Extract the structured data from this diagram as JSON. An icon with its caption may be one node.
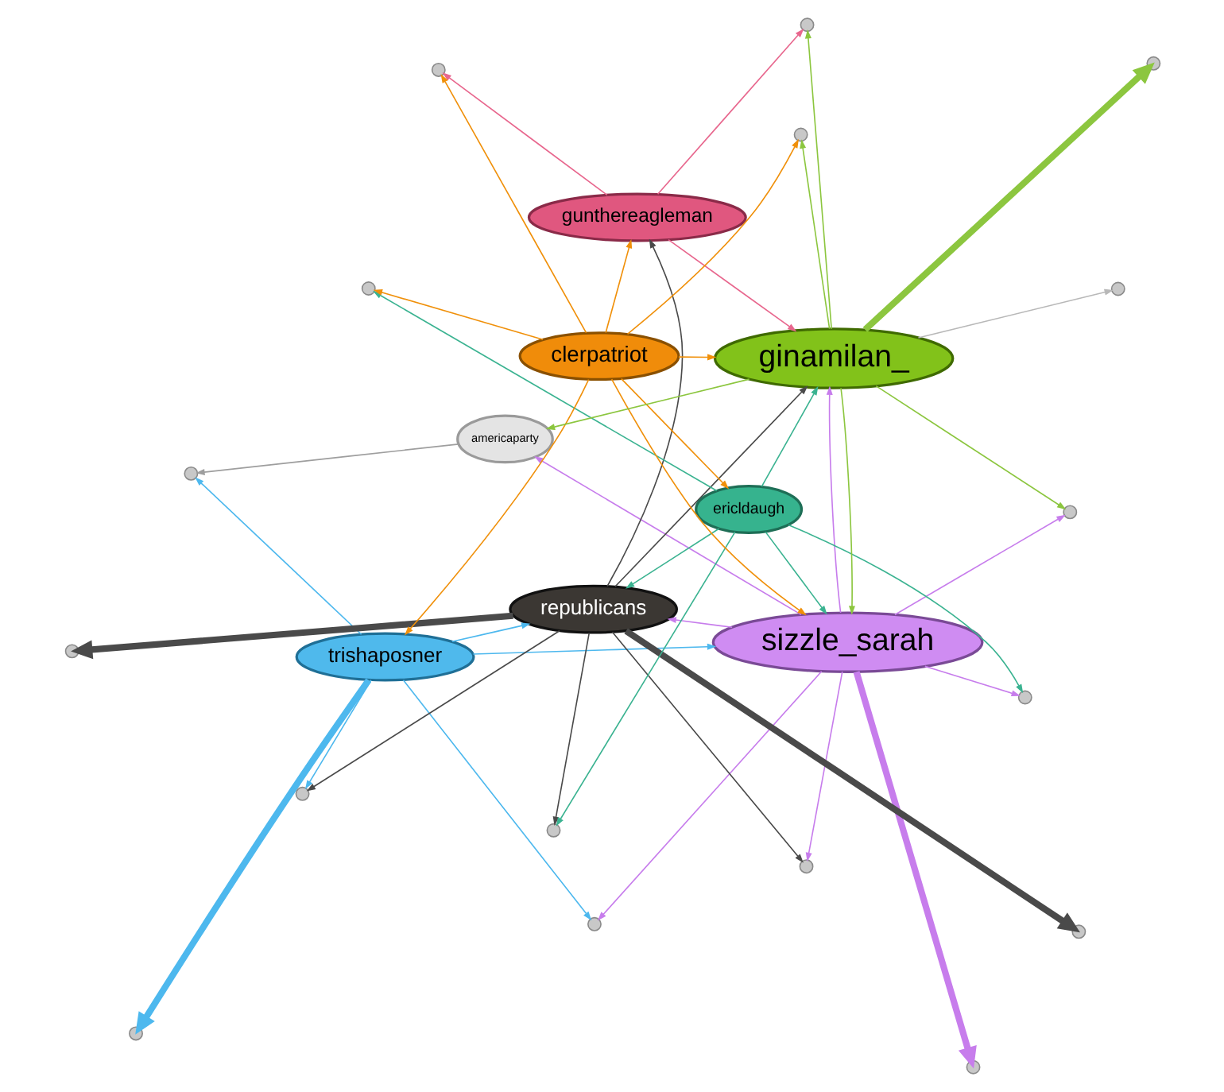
{
  "diagram": {
    "nodes": [
      {
        "text": [
          "trishaposner"
        ]
      },
      {
        "text": [
          "sizzle_sarah"
        ]
      },
      {
        "text": [
          "republicans"
        ]
      },
      {
        "text": [
          "americaparty"
        ]
      },
      {
        "text": [
          "ericldaugh"
        ]
      },
      {
        "text": [
          "gunthereagleman"
        ]
      },
      {
        "text": [
          "clerpatriot"
        ]
      },
      {
        "text": [
          "ginamilan_"
        ]
      },
      {
        "text": [],
        "shape": "circle"
      },
      {
        "text": [],
        "shape": "circle"
      },
      {
        "text": [],
        "shape": "circle"
      },
      {
        "text": [],
        "shape": "circle"
      },
      {
        "text": [],
        "shape": "circle"
      },
      {
        "text": [],
        "shape": "circle"
      },
      {
        "text": [],
        "shape": "circle"
      },
      {
        "text": [],
        "shape": "circle"
      },
      {
        "text": [],
        "shape": "circle"
      },
      {
        "text": [],
        "shape": "circle"
      },
      {
        "text": [],
        "shape": "circle"
      },
      {
        "text": [],
        "shape": "circle"
      },
      {
        "text": [],
        "shape": "circle"
      },
      {
        "text": [],
        "shape": "circle"
      },
      {
        "text": [],
        "shape": "circle"
      },
      {
        "text": [],
        "shape": "circle"
      },
      {
        "text": [],
        "shape": "circle"
      }
    ],
    "edges": [
      {
        "from": 1,
        "to": 8,
        "arrow": "to",
        "style": "thick",
        "color": "#c77dec"
      },
      {
        "from": 1,
        "to": 9,
        "arrow": "to",
        "color": "#c77dec"
      },
      {
        "from": 0,
        "to": 10,
        "arrow": "to",
        "style": "thick",
        "color": "#4db8ee"
      },
      {
        "from": 2,
        "to": 11,
        "arrow": "to",
        "style": "thick",
        "color": "#4a4a4a"
      },
      {
        "from": 2,
        "to": 12,
        "arrow": "to",
        "style": "thick",
        "color": "#4a4a4a"
      },
      {
        "from": 7,
        "to": 14,
        "arrow": "to",
        "style": "thick",
        "color": "#8cc63f"
      },
      {
        "from": 7,
        "to": 13,
        "arrow": "to",
        "color": "#b8b8b8"
      },
      {
        "from": 0,
        "to": 1,
        "arrow": "to",
        "color": "#4db8ee"
      },
      {
        "from": 0,
        "to": 2,
        "arrow": "to",
        "color": "#4db8ee"
      },
      {
        "from": 1,
        "to": 2,
        "arrow": "to",
        "color": "#c77dec"
      },
      {
        "from": 1,
        "to": 7,
        "arrow": "to",
        "color": "#c77dec"
      },
      {
        "from": 2,
        "to": 7,
        "arrow": "to",
        "color": "#4a4a4a"
      },
      {
        "from": 4,
        "to": 1,
        "arrow": "to",
        "color": "#3bb391"
      },
      {
        "from": 4,
        "to": 2,
        "arrow": "to",
        "color": "#3bb391"
      },
      {
        "from": 4,
        "to": 7,
        "arrow": "to",
        "color": "#3bb391"
      },
      {
        "from": 6,
        "to": 1,
        "arrow": "to",
        "color": "#f0900a"
      },
      {
        "from": 6,
        "to": 0,
        "arrow": "to",
        "color": "#f0900a"
      },
      {
        "from": 6,
        "to": 7,
        "arrow": "to",
        "color": "#f0900a"
      },
      {
        "from": 6,
        "to": 5,
        "arrow": "to",
        "color": "#f0900a"
      },
      {
        "from": 5,
        "to": 7,
        "arrow": "to",
        "color": "#e8678e"
      },
      {
        "from": 7,
        "to": 1,
        "arrow": "to",
        "color": "#8cc63f"
      },
      {
        "from": 7,
        "to": 3,
        "arrow": "to",
        "color": "#8cc63f"
      },
      {
        "from": 1,
        "to": 3,
        "arrow": "to",
        "color": "#c77dec"
      },
      {
        "from": 2,
        "to": 5,
        "arrow": "to",
        "color": "#4a4a4a"
      },
      {
        "from": 6,
        "to": 4,
        "arrow": "to",
        "color": "#f0900a"
      },
      {
        "from": 1,
        "to": 15,
        "arrow": "to",
        "color": "#c77dec"
      },
      {
        "from": 1,
        "to": 16,
        "arrow": "to",
        "color": "#c77dec"
      },
      {
        "from": 0,
        "to": 15,
        "arrow": "to",
        "color": "#4db8ee"
      },
      {
        "from": 0,
        "to": 17,
        "arrow": "to",
        "color": "#4db8ee"
      },
      {
        "from": 2,
        "to": 17,
        "arrow": "to",
        "color": "#4a4a4a"
      },
      {
        "from": 2,
        "to": 18,
        "arrow": "to",
        "color": "#4a4a4a"
      },
      {
        "from": 4,
        "to": 18,
        "arrow": "to",
        "color": "#3bb391"
      },
      {
        "from": 4,
        "to": 19,
        "arrow": "to",
        "color": "#3bb391"
      },
      {
        "from": 6,
        "to": 19,
        "arrow": "to",
        "color": "#f0900a"
      },
      {
        "from": 6,
        "to": 20,
        "arrow": "to",
        "color": "#f0900a"
      },
      {
        "from": 5,
        "to": 20,
        "arrow": "to",
        "color": "#e8678e"
      },
      {
        "from": 5,
        "to": 21,
        "arrow": "to",
        "color": "#e8678e"
      },
      {
        "from": 7,
        "to": 21,
        "arrow": "to",
        "color": "#8cc63f"
      },
      {
        "from": 7,
        "to": 22,
        "arrow": "to",
        "color": "#8cc63f"
      },
      {
        "from": 7,
        "to": 23,
        "arrow": "to",
        "color": "#8cc63f"
      },
      {
        "from": 1,
        "to": 23,
        "arrow": "to",
        "color": "#c77dec"
      },
      {
        "from": 3,
        "to": 24,
        "arrow": "to",
        "color": "#9e9e9e"
      },
      {
        "from": 0,
        "to": 24,
        "arrow": "to",
        "color": "#4db8ee"
      },
      {
        "from": 6,
        "to": 22,
        "arrow": "to",
        "color": "#f0900a"
      },
      {
        "from": 4,
        "to": 16,
        "arrow": "to",
        "color": "#3bb391"
      },
      {
        "from": 2,
        "to": 9,
        "arrow": "to",
        "color": "#4a4a4a"
      }
    ]
  }
}
